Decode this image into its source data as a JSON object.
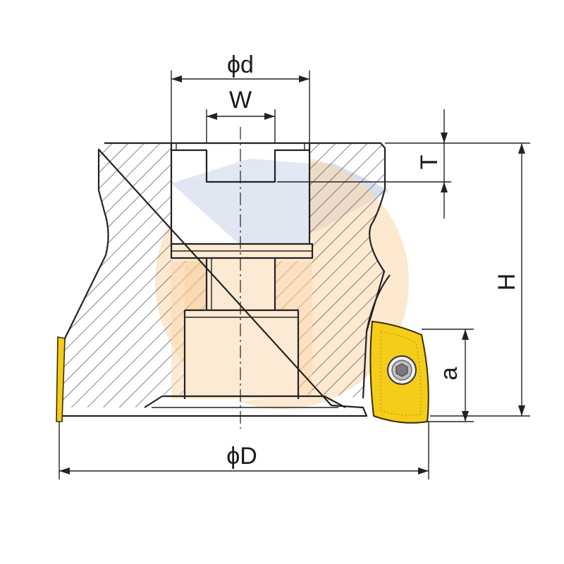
{
  "dimensions": {
    "bore_diameter": "ϕd",
    "keyway_width": "W",
    "keyway_depth": "T",
    "overall_height": "H",
    "insert_height": "a",
    "cutter_diameter": "ϕD"
  },
  "colors": {
    "insert_fill": "#f6cc1a",
    "insert_stroke": "#3a3000",
    "hatch": "#444444",
    "bore_fill": "#ffffff",
    "watermark_blue": "#c9d3ea",
    "watermark_orange": "#fbd9b0"
  },
  "icons": {
    "insert_screw": "hex-socket-screw-icon",
    "watermark": "brand-logo-watermark"
  }
}
